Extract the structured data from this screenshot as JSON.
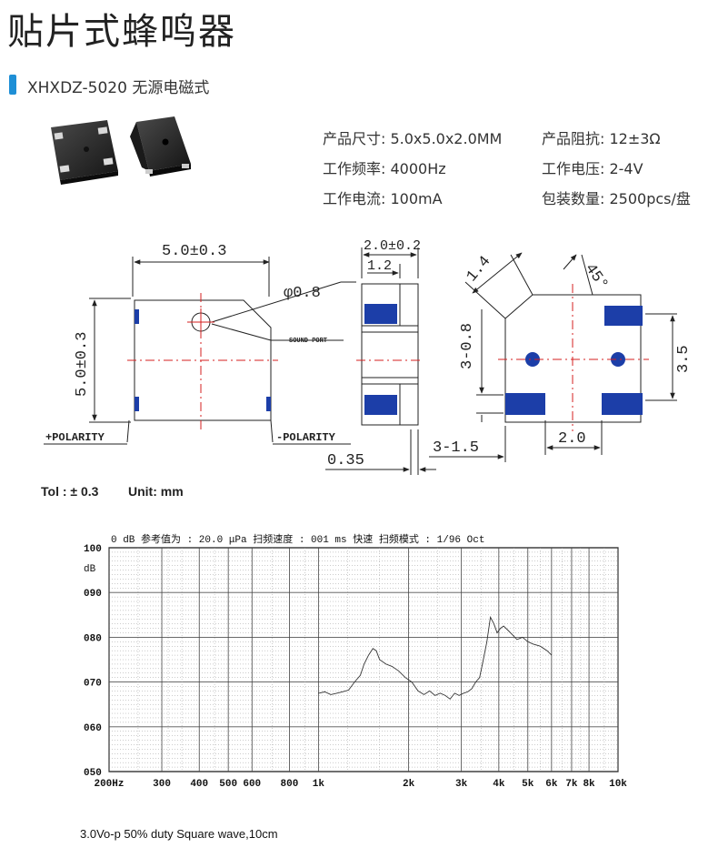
{
  "title": "贴片式蜂鸣器",
  "model": "XHXDZ-5020 无源电磁式",
  "specs": {
    "size": "产品尺寸: 5.0x5.0x2.0MM",
    "impedance": "产品阻抗: 12±3Ω",
    "frequency": "工作频率: 4000Hz",
    "voltage": "工作电压: 2-4V",
    "current": "工作电流: 100mA",
    "package": "包装数量: 2500pcs/盘"
  },
  "drawing": {
    "width_dim": "5.0±0.3",
    "height_dim": "5.0±0.3",
    "hole_dim": "φ0.8",
    "sound_port": "SOUND PORT",
    "pos_polarity": "+POLARITY",
    "neg_polarity": "-POLARITY",
    "thickness_dim": "2.0±0.2",
    "pad_dim": "1.2",
    "gap_dim": "0.35",
    "chamfer_dim": "1.4",
    "angle_dim": "45°",
    "left_pad_dim": "3-0.8",
    "pad_span_dim": "3.5",
    "bottom_pad_dim": "3-1.5",
    "pad_pitch_dim": "2.0",
    "colors": {
      "pad": "#1c3ea8",
      "centerline": "#d61f1f"
    }
  },
  "tolerance": {
    "tol": "Tol : ± 0.3",
    "unit": "Unit: mm"
  },
  "chart_data": {
    "type": "line",
    "header": "0 dB 参考值为 : 20.0 μPa     扫频速度 : 001 ms 快速   扫频模式 : 1/96   Oct",
    "ylabel": "dB",
    "yticks": [
      "100",
      "090",
      "080",
      "070",
      "060",
      "050"
    ],
    "ylim": [
      50,
      100
    ],
    "x_scale": "log",
    "xlim": [
      200,
      10000
    ],
    "xticks": [
      {
        "v": 200,
        "label": "200Hz"
      },
      {
        "v": 300,
        "label": "300"
      },
      {
        "v": 400,
        "label": "400"
      },
      {
        "v": 500,
        "label": "500"
      },
      {
        "v": 600,
        "label": "600"
      },
      {
        "v": 800,
        "label": "800"
      },
      {
        "v": 1000,
        "label": "1k"
      },
      {
        "v": 2000,
        "label": "2k"
      },
      {
        "v": 3000,
        "label": "3k"
      },
      {
        "v": 4000,
        "label": "4k"
      },
      {
        "v": 5000,
        "label": "5k"
      },
      {
        "v": 6000,
        "label": "6k"
      },
      {
        "v": 7000,
        "label": "7k"
      },
      {
        "v": 8000,
        "label": "8k"
      },
      {
        "v": 10000,
        "label": "10k"
      }
    ],
    "grid": true,
    "series": [
      {
        "x": [
          1000,
          1050,
          1100,
          1150,
          1200,
          1260,
          1320,
          1380,
          1420,
          1470,
          1520,
          1560,
          1600,
          1680,
          1760,
          1850,
          1950,
          2050,
          2150,
          2250,
          2350,
          2450,
          2550,
          2650,
          2750,
          2850,
          2950,
          3050,
          3150,
          3250,
          3350,
          3450,
          3550,
          3650,
          3750,
          3850,
          3950,
          4050,
          4150,
          4300,
          4450,
          4600,
          4800,
          5000,
          5200,
          5500,
          5800,
          6000
        ],
        "y": [
          67.5,
          67.8,
          67.2,
          67.5,
          67.8,
          68.2,
          70.0,
          71.5,
          74.0,
          76.0,
          77.5,
          77.0,
          75.0,
          74.0,
          73.5,
          72.5,
          71.0,
          70.0,
          68.0,
          67.2,
          68.0,
          67.0,
          67.5,
          67.0,
          66.2,
          67.5,
          67.0,
          67.5,
          67.8,
          68.5,
          70.0,
          71.0,
          75.0,
          79.0,
          84.5,
          83.0,
          81.0,
          82.0,
          82.5,
          81.5,
          80.5,
          79.5,
          80.0,
          79.0,
          78.5,
          78.0,
          77.0,
          76.0
        ]
      }
    ]
  },
  "footnote": "3.0Vo-p 50% duty Square wave,10cm"
}
